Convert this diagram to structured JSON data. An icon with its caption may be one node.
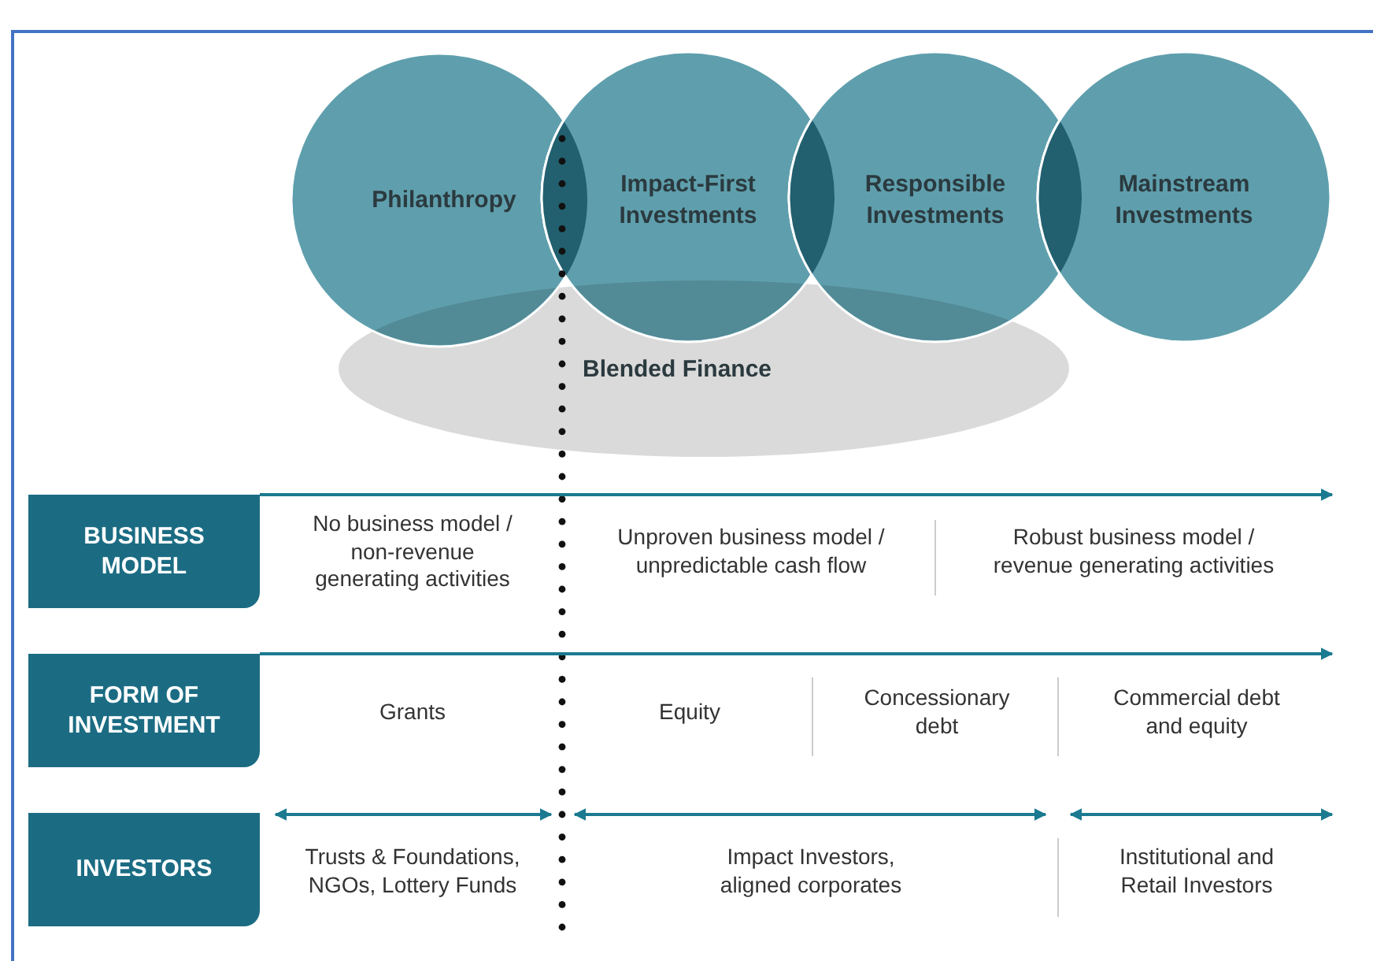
{
  "diagram": {
    "nodes": [
      {
        "text": [
          "Philanthropy"
        ]
      },
      {
        "text": [
          "Impact-First Investments"
        ]
      },
      {
        "text": [
          "Responsible Investments"
        ]
      },
      {
        "text": [
          "Mainstream Investments"
        ]
      },
      {
        "text": [
          "Blended Finance"
        ]
      },
      {
        "text": [
          "BUSINESS MODEL"
        ]
      },
      {
        "text": [
          "FORM OF INVESTMENT"
        ]
      },
      {
        "text": [
          "INVESTORS"
        ]
      }
    ],
    "labels": [
      "No business model / non-revenue generating activities",
      "Unproven business model / unpredictable cash flow",
      "Robust business model / revenue generating activities",
      "Grants",
      "Equity",
      "Concessionary debt",
      "Commercial debt and equity",
      "Trusts & Foundations, NGOs, Lottery Funds",
      "Impact Investors, aligned corporates",
      "Institutional and Retail Investors"
    ]
  }
}
